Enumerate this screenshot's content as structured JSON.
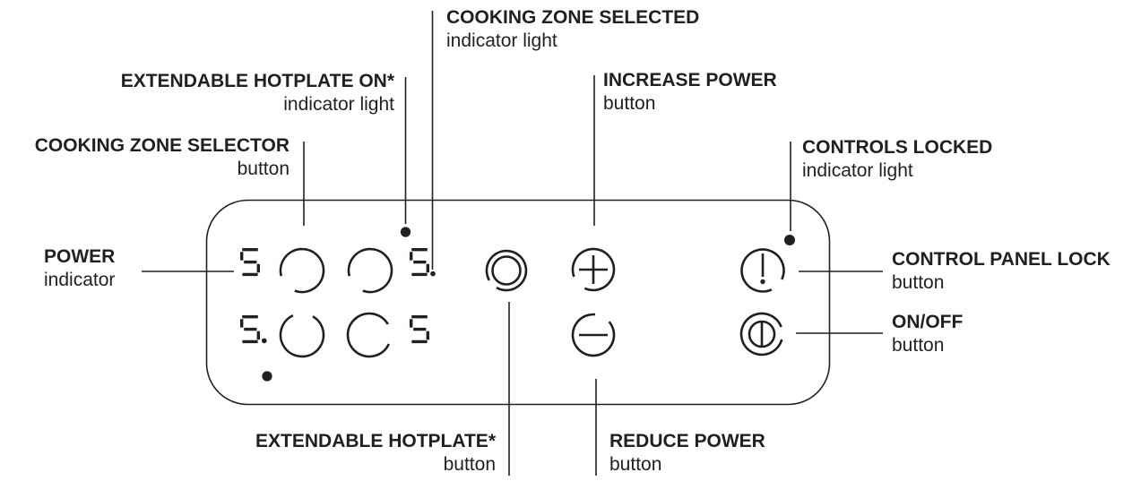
{
  "figure": {
    "kind": "cooktop control panel diagram",
    "background_color": "#ffffff",
    "ink_color": "#231f20"
  },
  "callouts": [
    {
      "id": "power",
      "title": "POWER",
      "sub": "indicator"
    },
    {
      "id": "cooking-zone-selector",
      "title": "COOKING ZONE SELECTOR",
      "sub": "button"
    },
    {
      "id": "extendable-hotplate-on",
      "title": "EXTENDABLE HOTPLATE ON*",
      "sub": "indicator light"
    },
    {
      "id": "cooking-zone-selected",
      "title": "COOKING ZONE SELECTED",
      "sub": "indicator light"
    },
    {
      "id": "increase-power",
      "title": "INCREASE POWER",
      "sub": "button"
    },
    {
      "id": "controls-locked",
      "title": "CONTROLS LOCKED",
      "sub": "indicator light"
    },
    {
      "id": "control-panel-lock",
      "title": "CONTROL PANEL LOCK",
      "sub": "button"
    },
    {
      "id": "on-off",
      "title": "ON/OFF",
      "sub": "button"
    },
    {
      "id": "extendable-hotplate",
      "title": "EXTENDABLE HOTPLATE*",
      "sub": "button"
    },
    {
      "id": "reduce-power",
      "title": "REDUCE POWER",
      "sub": "button"
    }
  ],
  "panel": {
    "displays": [
      {
        "zone": "top-left",
        "value": "5"
      },
      {
        "zone": "top-right",
        "value": "5."
      },
      {
        "zone": "bottom-left",
        "value": "5."
      },
      {
        "zone": "bottom-right",
        "value": "5"
      }
    ],
    "indicators": [
      {
        "name": "extendable hotplate on",
        "state": "on"
      },
      {
        "name": "cooking zone selected",
        "state": "on"
      },
      {
        "name": "controls locked",
        "state": "on"
      }
    ]
  }
}
